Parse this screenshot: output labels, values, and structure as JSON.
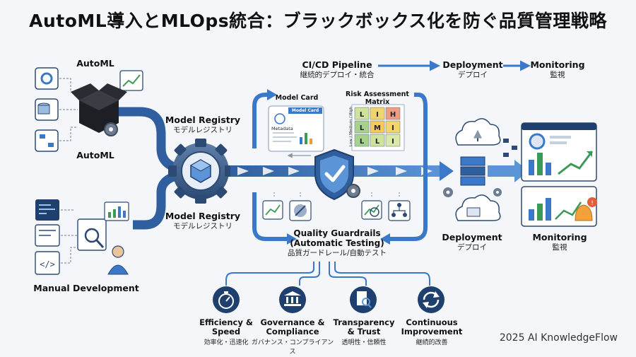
{
  "title": "AutoML導入とMLOps統合：ブラックボックス化を防ぐ品質管理戦略",
  "automl_top_label": "AutoML",
  "automl_bottom_label": "AutoML",
  "manual_dev_label": "Manual Development",
  "model_registry_top": {
    "en": "Model Registry",
    "ja": "モデルレジストリ"
  },
  "model_registry_bottom": {
    "en": "Model Registry",
    "ja": "モデルレジストリ"
  },
  "cicd": {
    "en": "CI/CD Pipeline",
    "ja": "継続的デプロイ・統合"
  },
  "deployment_top": {
    "en": "Deployment",
    "ja": "デプロイ"
  },
  "monitoring_top": {
    "en": "Monitoring",
    "ja": "監視"
  },
  "model_card": {
    "label": "Model Card",
    "card_title": "Model Card",
    "metadata": "Metadata"
  },
  "risk_matrix": {
    "label_line1": "Risk Assessment",
    "label_line2": "Matrix",
    "axis": "Low / Medium / High",
    "cells": [
      [
        "L",
        "I",
        "H"
      ],
      [
        "L",
        "M",
        "I"
      ],
      [
        "L",
        "L",
        "I"
      ]
    ],
    "colors": [
      [
        "#cfe39a",
        "#f2d46a",
        "#ef9b7e"
      ],
      [
        "#a9d18e",
        "#f5c95b",
        "#f2d46a"
      ],
      [
        "#a9d18e",
        "#cfe39a",
        "#dbe9a8"
      ]
    ]
  },
  "quality_guardrails": {
    "line1": "Quality Guardrails",
    "line2": "(Automatic Testing)",
    "ja": "品質ガードレール/自動テスト"
  },
  "deployment_bottom": {
    "en": "Deployment",
    "ja": "デプロイ"
  },
  "monitoring_bottom": {
    "en": "Monitoring",
    "ja": "監視"
  },
  "benefits": [
    {
      "icon": "stopwatch-icon",
      "line1": "Efficiency &",
      "line2": "Speed",
      "ja": "効率化・迅速化"
    },
    {
      "icon": "courthouse-icon",
      "line1": "Governance &",
      "line2": "Compliance",
      "ja": "ガバナンス・コンプライアンス"
    },
    {
      "icon": "document-search-icon",
      "line1": "Transparency",
      "line2": "& Trust",
      "ja": "透明性・信頼性"
    },
    {
      "icon": "cycle-icon",
      "line1": "Continuous",
      "line2": "Improvement",
      "ja": "継続的改善"
    }
  ],
  "credit": "2025 AI KnowledgeFlow",
  "colors": {
    "accent": "#3a78c9",
    "dark": "#1f3f6e",
    "panel": "#ffffff"
  }
}
